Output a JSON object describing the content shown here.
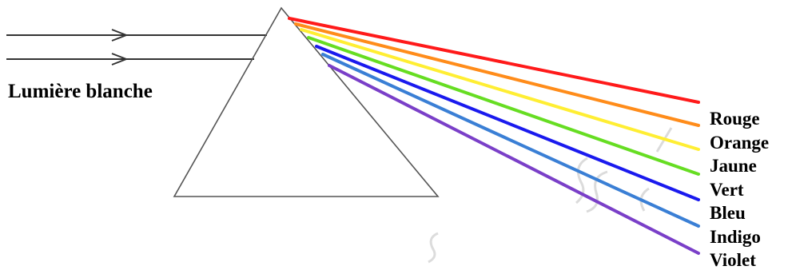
{
  "input_label": "Lumière blanche",
  "spectrum": [
    {
      "name": "Rouge",
      "color": "#ff1a1a"
    },
    {
      "name": "Orange",
      "color": "#ff8c1a"
    },
    {
      "name": "Jaune",
      "color": "#ffee33"
    },
    {
      "name": "Vert",
      "color": "#66dd22"
    },
    {
      "name": "Bleu",
      "color": "#1a1aee"
    },
    {
      "name": "Indigo",
      "color": "#3a7fd5"
    },
    {
      "name": "Violet",
      "color": "#7a3fc8"
    }
  ],
  "prism_color": "#555555",
  "incident_ray_color": "#333333",
  "watermark_color": "#d8d8d8"
}
